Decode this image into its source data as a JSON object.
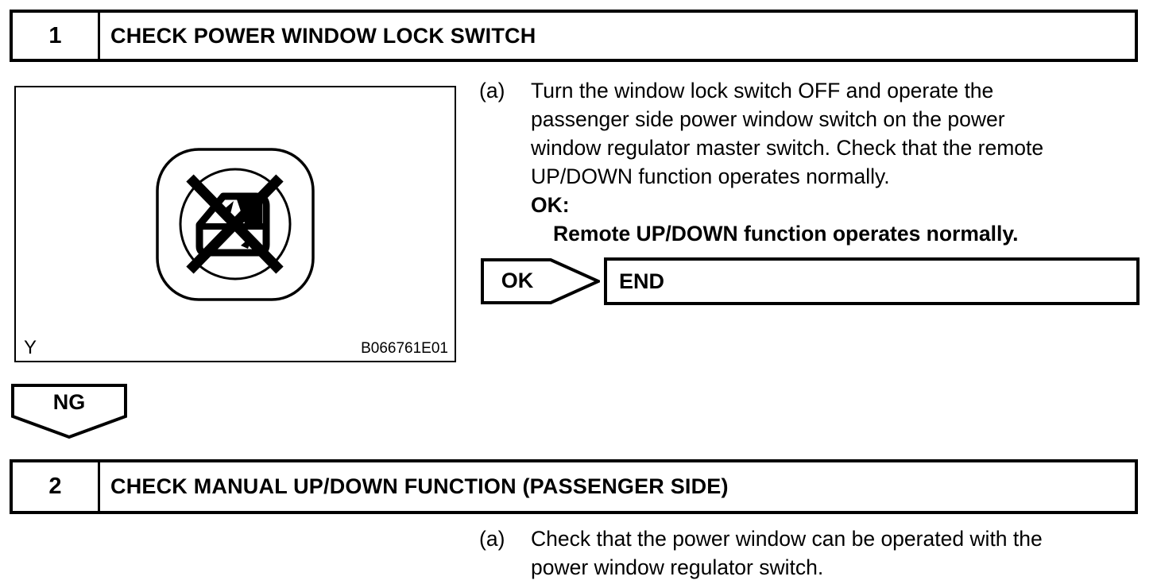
{
  "page": {
    "background": "#ffffff",
    "ink": "#000000"
  },
  "steps": [
    {
      "number": "1",
      "title": "CHECK POWER WINDOW LOCK SWITCH",
      "figure": {
        "corner_label": "Y",
        "figure_id": "B066761E01",
        "icon": "window-lock-prohibited-icon"
      },
      "instruction": {
        "marker": "(a)",
        "lines": [
          "Turn the window lock switch OFF and operate the",
          "passenger side power window switch on the power",
          "window regulator master switch. Check that the remote",
          "UP/DOWN function operates normally."
        ],
        "ok_heading": "OK:",
        "ok_condition": "Remote UP/DOWN function operates normally."
      },
      "flow": {
        "ok_label": "OK",
        "ok_result": "END",
        "ng_label": "NG"
      }
    },
    {
      "number": "2",
      "title": "CHECK MANUAL UP/DOWN FUNCTION (PASSENGER SIDE)",
      "instruction": {
        "marker": "(a)",
        "lines": [
          "Check that the power window can be operated with the",
          "power window regulator switch."
        ]
      }
    }
  ]
}
